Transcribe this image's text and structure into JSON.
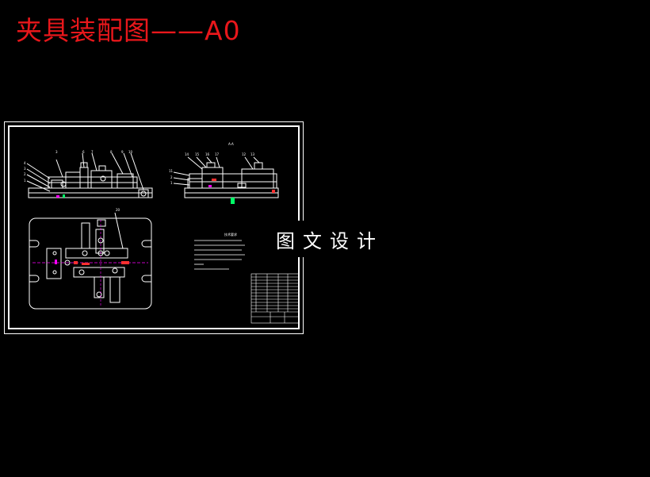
{
  "header": {
    "title": "夹具装配图——A0"
  },
  "drawing": {
    "section_label": "A-A",
    "tech_requirements_title": "技术要求",
    "part_numbers_top_left": [
      "3",
      "6",
      "7",
      "8",
      "9",
      "10"
    ],
    "part_numbers_side_left": [
      "4",
      "3",
      "2",
      "1"
    ],
    "part_numbers_top_right": [
      "14",
      "15",
      "16",
      "17",
      "12",
      "13"
    ],
    "part_numbers_side_right": [
      "11",
      "2",
      "1"
    ],
    "plan_view_callout": "20"
  },
  "watermark": {
    "text": "图文设计"
  },
  "colors": {
    "title": "#e8171b",
    "lines": "#ffffff",
    "accent_magenta": "#ff00ff",
    "accent_green": "#00ff66",
    "accent_red": "#ff3030"
  }
}
